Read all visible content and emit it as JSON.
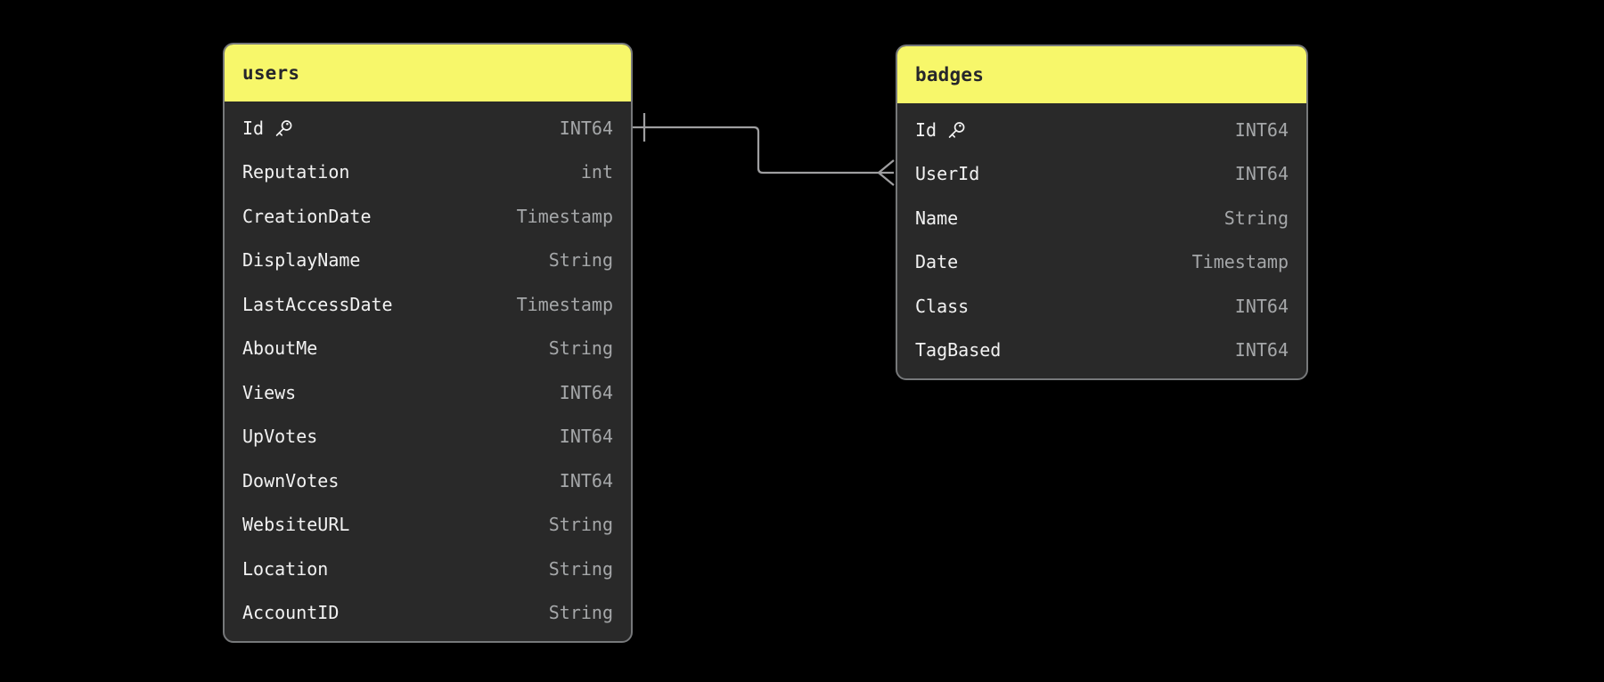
{
  "diagram": {
    "background": "#000000",
    "colors": {
      "background": "#000000",
      "header_bg": "#f7f76a",
      "header_text": "#26262b",
      "table_bg": "#292929",
      "table_border": "#76787a",
      "field_text": "#f2f2f2",
      "type_text": "#a5a7a9",
      "connector": "#9e9ea0"
    },
    "tables": [
      {
        "title": "users",
        "fields": [
          {
            "name": "Id",
            "type": "INT64",
            "primary_key": true
          },
          {
            "name": "Reputation",
            "type": "int"
          },
          {
            "name": "CreationDate",
            "type": "Timestamp"
          },
          {
            "name": "DisplayName",
            "type": "String"
          },
          {
            "name": "LastAccessDate",
            "type": "Timestamp"
          },
          {
            "name": "AboutMe",
            "type": "String"
          },
          {
            "name": "Views",
            "type": "INT64"
          },
          {
            "name": "UpVotes",
            "type": "INT64"
          },
          {
            "name": "DownVotes",
            "type": "INT64"
          },
          {
            "name": "WebsiteURL",
            "type": "String"
          },
          {
            "name": "Location",
            "type": "String"
          },
          {
            "name": "AccountID",
            "type": "String"
          }
        ]
      },
      {
        "title": "badges",
        "fields": [
          {
            "name": "Id",
            "type": "INT64",
            "primary_key": true
          },
          {
            "name": "UserId",
            "type": "INT64"
          },
          {
            "name": "Name",
            "type": "String"
          },
          {
            "name": "Date",
            "type": "Timestamp"
          },
          {
            "name": "Class",
            "type": "INT64"
          },
          {
            "name": "TagBased",
            "type": "INT64"
          }
        ]
      }
    ],
    "relationships": [
      {
        "from_table": "users",
        "from_field": "Id",
        "from_cardinality": "one",
        "to_table": "badges",
        "to_field": "UserId",
        "to_cardinality": "many"
      }
    ],
    "icons": {
      "primary_key": "key-icon"
    }
  }
}
